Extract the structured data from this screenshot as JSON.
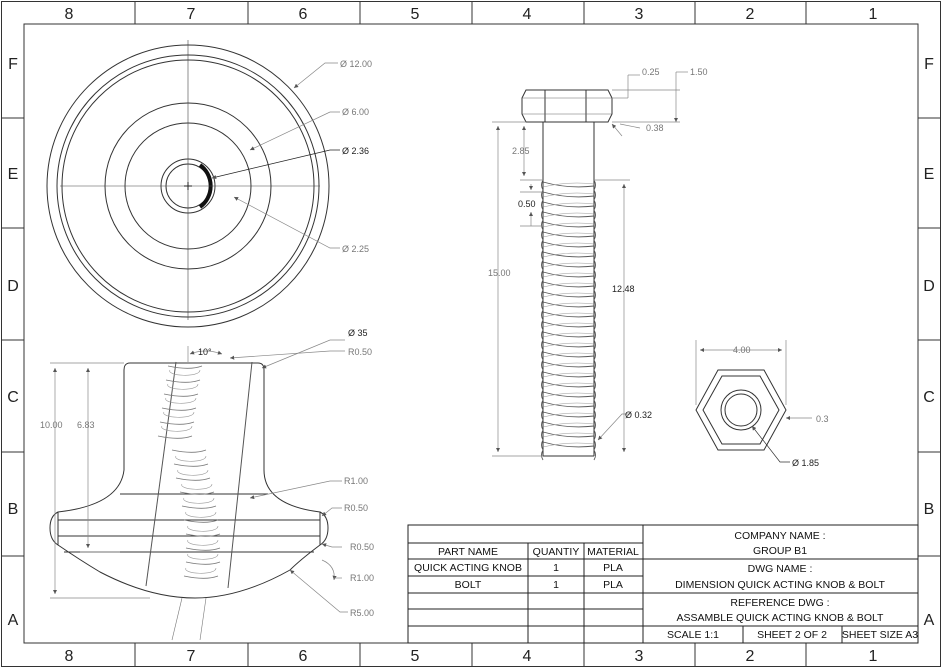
{
  "grid": {
    "columns": [
      "8",
      "7",
      "6",
      "5",
      "4",
      "3",
      "2",
      "1"
    ],
    "rows": [
      "F",
      "E",
      "D",
      "C",
      "B",
      "A"
    ]
  },
  "dimensions": {
    "d12": "Ø 12.00",
    "d6": "Ø 6.00",
    "d236": "Ø 2.36",
    "d225": "Ø 2.25",
    "d35": "Ø 35",
    "angle10": "10°",
    "r050a": "R0.50",
    "h1000": "10.00",
    "h683": "6.83",
    "r100a": "R1.00",
    "r050b": "R0.50",
    "r050c": "R0.50",
    "r100b": "R1.00",
    "r500": "R5.00",
    "b025": "0.25",
    "b150": "1.50",
    "b038": "0.38",
    "b285": "2.85",
    "b050": "0.50",
    "b1500": "15.00",
    "b1248": "12.48",
    "b032": "Ø 0.32",
    "h400": "4.00",
    "h03": "0.3",
    "h185": "Ø 1.85"
  },
  "title_block": {
    "company_name_label": "COMPANY NAME :",
    "company_name": "GROUP B1",
    "dwg_name_label": "DWG NAME :",
    "dwg_name": "DIMENSION QUICK ACTING KNOB & BOLT",
    "ref_dwg_label": "REFERENCE DWG :",
    "ref_dwg": "ASSAMBLE QUICK ACTING KNOB & BOLT",
    "scale": "SCALE 1:1",
    "sheet": "SHEET 2 OF 2",
    "sheet_size": "SHEET SIZE A3",
    "headers": [
      "PART NAME",
      "QUANTIY",
      "MATERIAL"
    ],
    "rows": [
      [
        "QUICK ACTING KNOB",
        "1",
        "PLA"
      ],
      [
        "BOLT",
        "1",
        "PLA"
      ]
    ]
  }
}
